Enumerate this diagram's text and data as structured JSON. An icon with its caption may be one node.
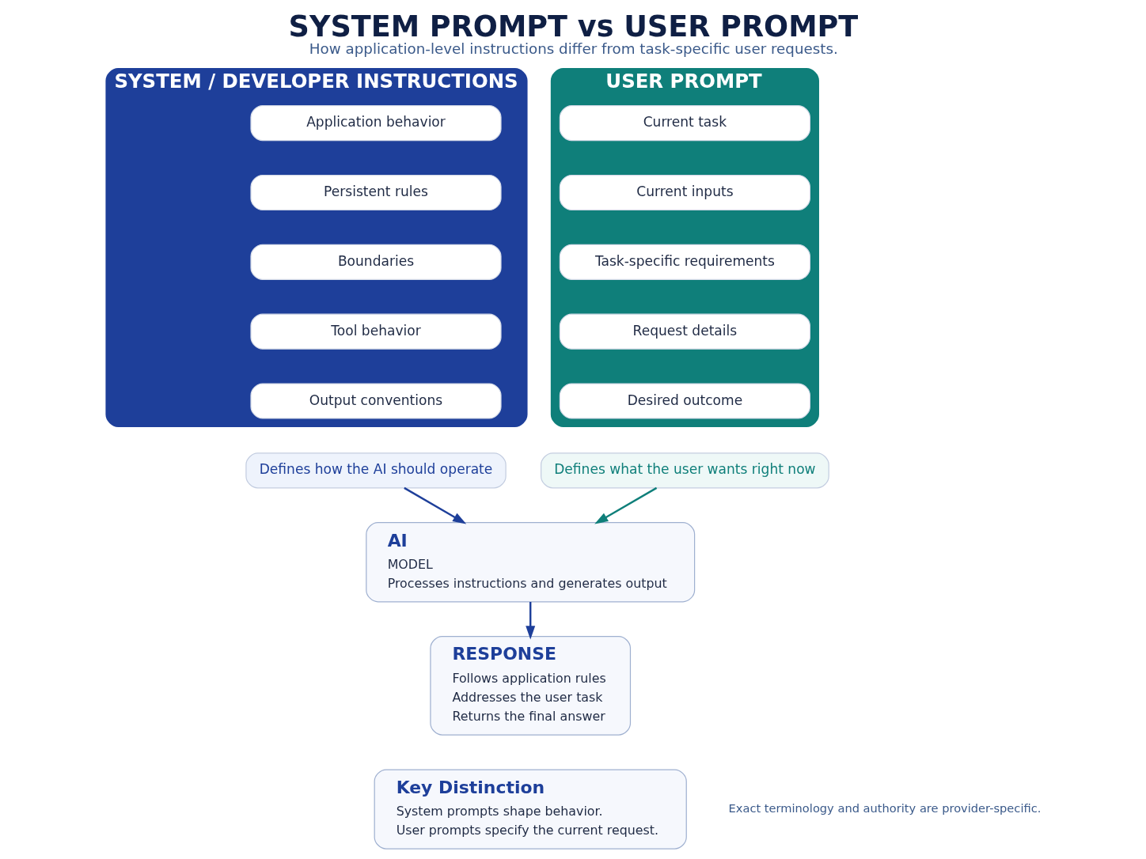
{
  "diagram": {
    "title": "SYSTEM PROMPT vs USER PROMPT",
    "caption": "How application-level instructions differ from task-specific user requests.",
    "nodes": [
      {
        "text": [
          "SYSTEM / DEVELOPER INSTRUCTIONS"
        ]
      },
      {
        "text": [
          "Application behavior"
        ],
        "in": 0
      },
      {
        "text": [
          "Persistent rules"
        ],
        "in": 0
      },
      {
        "text": [
          "Boundaries"
        ],
        "in": 0
      },
      {
        "text": [
          "Tool behavior"
        ],
        "in": 0
      },
      {
        "text": [
          "Output conventions"
        ],
        "in": 0
      },
      {
        "text": [
          "USER PROMPT"
        ]
      },
      {
        "text": [
          "Current task"
        ],
        "in": 6
      },
      {
        "text": [
          "Current inputs"
        ],
        "in": 6
      },
      {
        "text": [
          "Task-specific requirements"
        ],
        "in": 6
      },
      {
        "text": [
          "Request details"
        ],
        "in": 6
      },
      {
        "text": [
          "Desired outcome"
        ],
        "in": 6
      },
      {
        "text": [
          "Defines how the AI should operate"
        ]
      },
      {
        "text": [
          "Defines what the user wants right now"
        ]
      },
      {
        "text": [
          "AI",
          "MODEL",
          "Processes instructions and generates output"
        ]
      },
      {
        "text": [
          "RESPONSE",
          "Follows application rules",
          "Addresses the user task",
          "Returns the final answer"
        ]
      },
      {
        "text": [
          "Key Distinction",
          "System prompts shape behavior.",
          "User prompts specify the current request."
        ]
      }
    ],
    "edges": [
      {
        "from": 12,
        "to": 14,
        "arrow": "to",
        "color": "#1e3f9a"
      },
      {
        "from": 13,
        "to": 14,
        "arrow": "to",
        "color": "#0f7f7a"
      },
      {
        "from": 14,
        "to": 15,
        "arrow": "to",
        "color": "#1e3f9a"
      }
    ],
    "labels": [
      "Exact terminology and authority are provider-specific."
    ]
  }
}
